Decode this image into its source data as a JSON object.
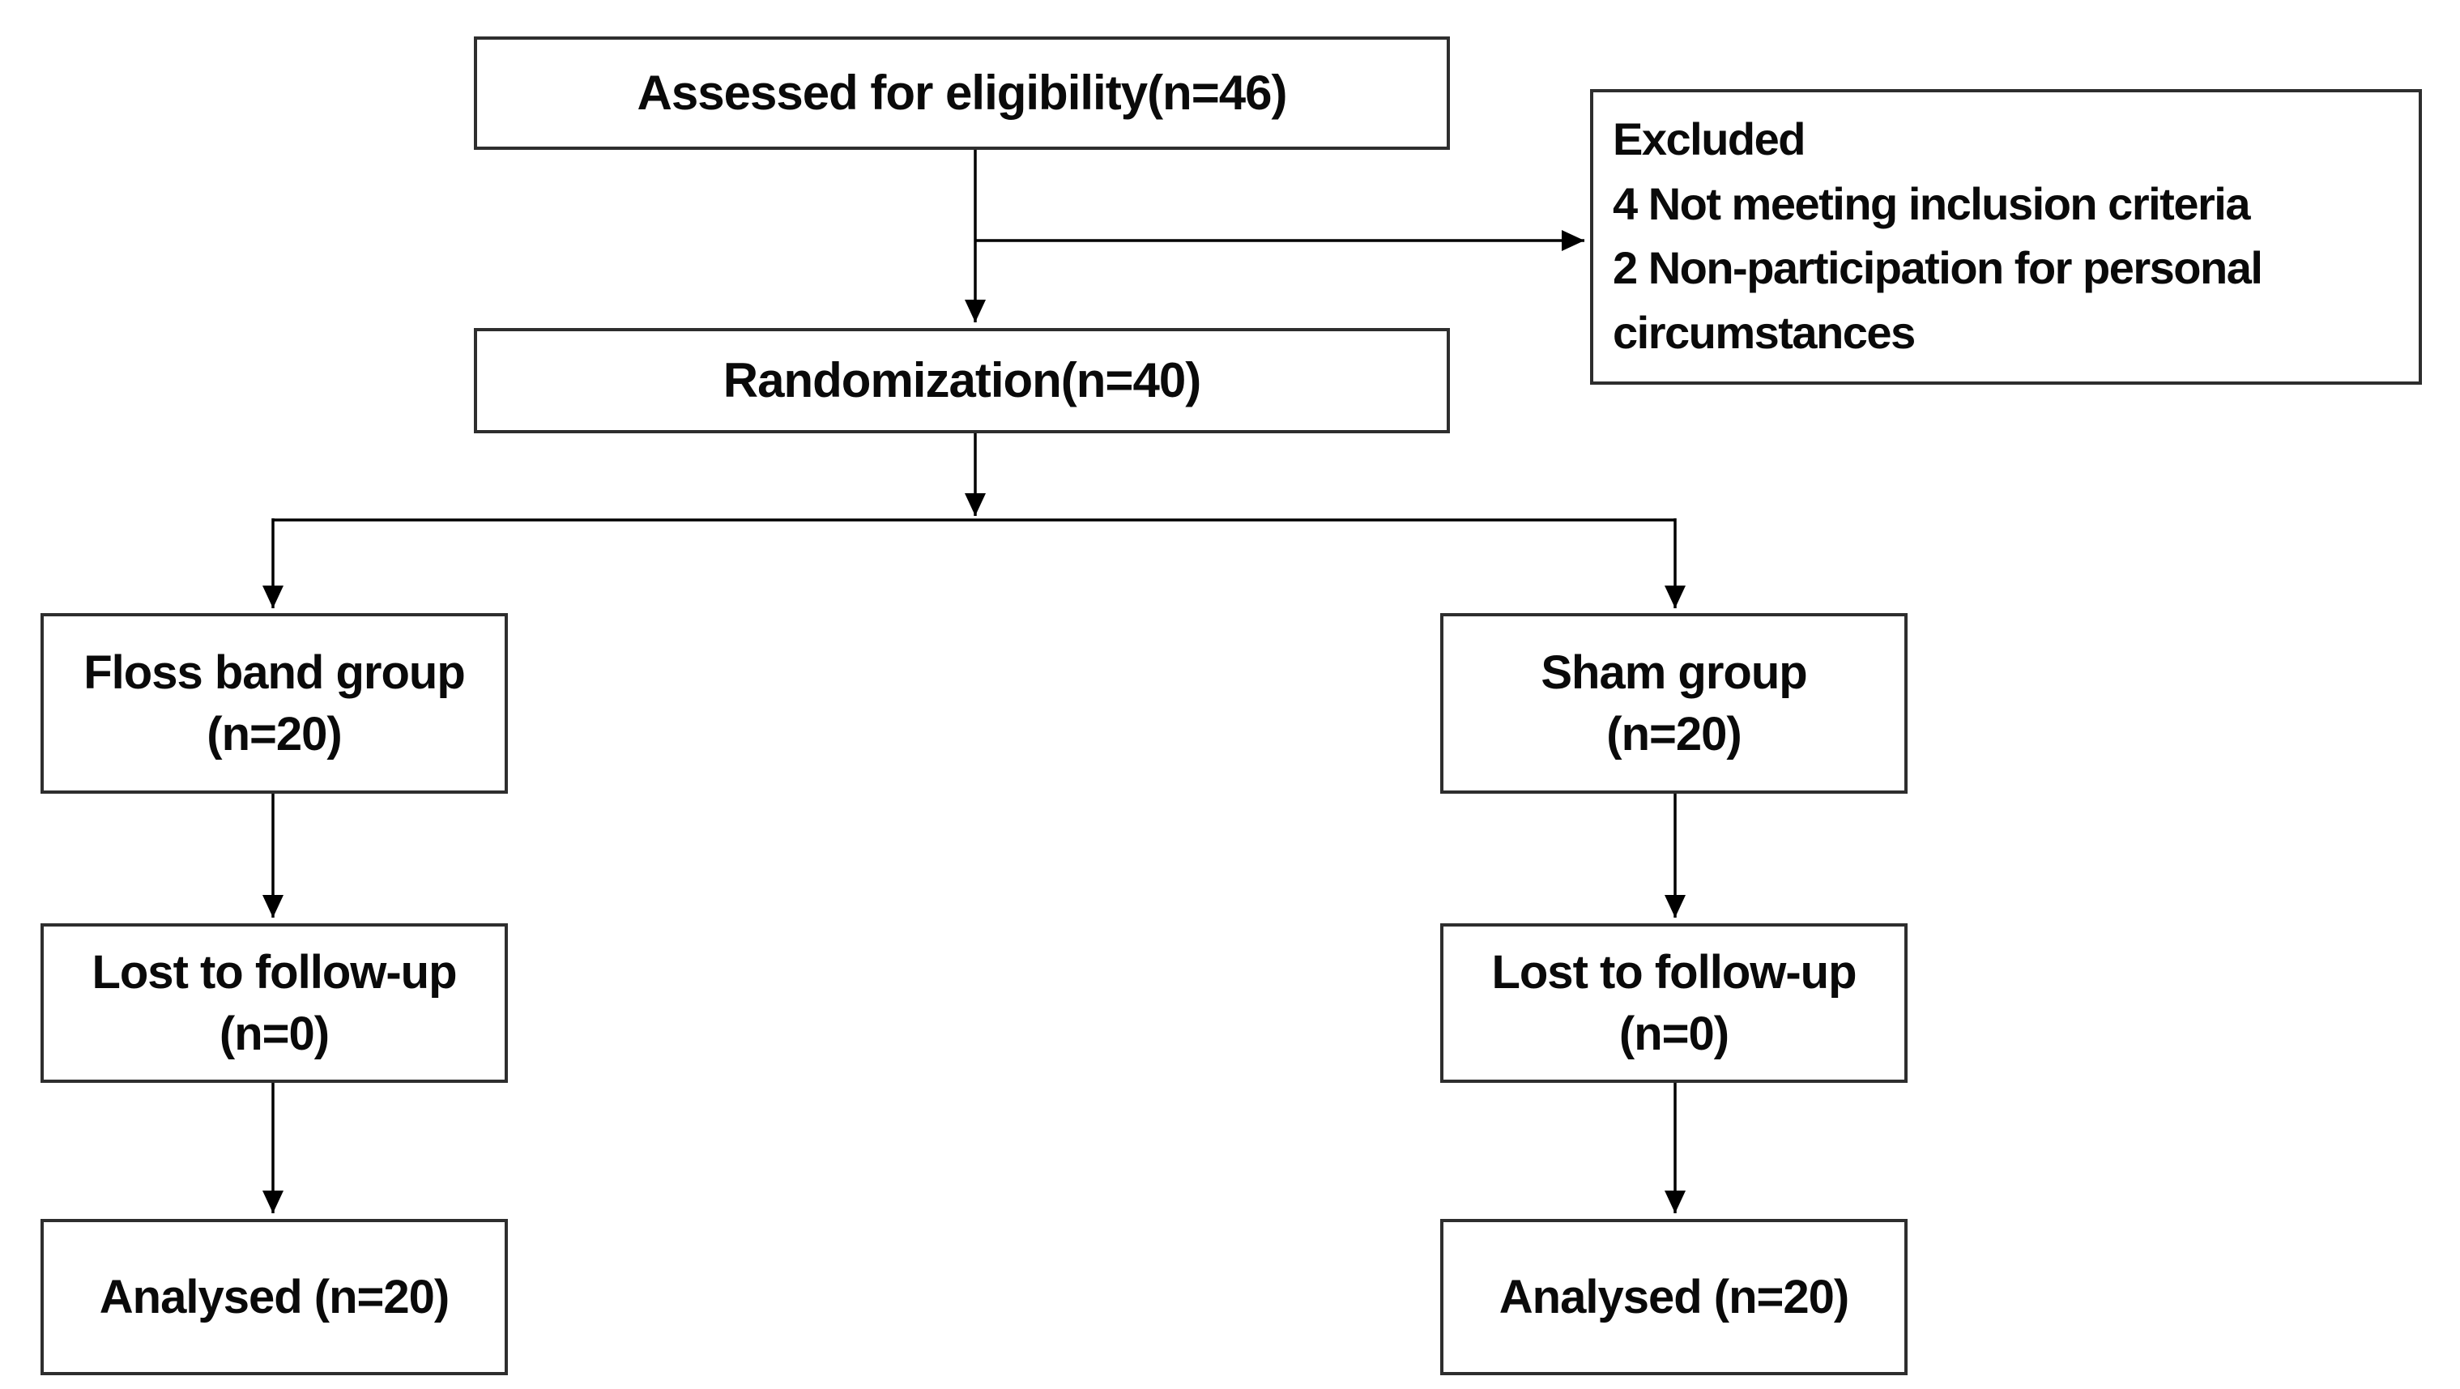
{
  "colors": {
    "background": "#ffffff",
    "box_border": "#2e2e2e",
    "text": "#0a0a0a",
    "arrow": "#000000"
  },
  "boxes": {
    "assessed": {
      "label": "Assessed for eligibility(n=46)"
    },
    "excluded": {
      "lines": [
        "Excluded",
        "4 Not meeting inclusion criteria",
        "2 Non-participation for personal",
        "circumstances"
      ]
    },
    "randomization": {
      "label": "Randomization(n=40)"
    },
    "floss_group": {
      "line1": "Floss band group",
      "line2": "(n=20)"
    },
    "sham_group": {
      "line1": "Sham group",
      "line2": "(n=20)"
    },
    "lost_left": {
      "line1": "Lost to follow-up",
      "line2": "(n=0)"
    },
    "lost_right": {
      "line1": "Lost to follow-up",
      "line2": "(n=0)"
    },
    "analysed_left": {
      "label": "Analysed (n=20)"
    },
    "analysed_right": {
      "label": "Analysed (n=20)"
    }
  }
}
